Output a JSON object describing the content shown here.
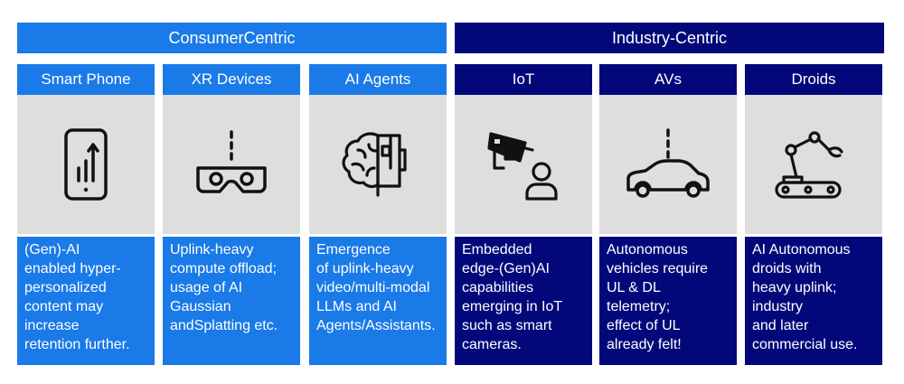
{
  "bands": {
    "consumer": "ConsumerCentric",
    "industry": "Industry-Centric"
  },
  "columns": [
    {
      "title": "Smart Phone",
      "icon": "smartphone-icon",
      "text": "(Gen)-AI\nenabled hyper-\npersonalized\ncontent may\nincrease\nretention further."
    },
    {
      "title": "XR Devices",
      "icon": "vr-headset-icon",
      "text": "Uplink-heavy\ncompute offload;\nusage of AI\nGaussian\nandSplatting etc."
    },
    {
      "title": "AI Agents",
      "icon": "ai-brain-icon",
      "text": "Emergence\nof uplink-heavy\nvideo/multi-modal\nLLMs and AI\nAgents/Assistants."
    },
    {
      "title": "IoT",
      "icon": "security-camera-icon",
      "text": "Embedded\nedge-(Gen)AI\ncapabilities\nemerging in IoT\nsuch as smart\ncameras."
    },
    {
      "title": "AVs",
      "icon": "car-icon",
      "text": "Autonomous\nvehicles require\nUL & DL\ntelemetry;\neffect of UL\nalready felt!"
    },
    {
      "title": "Droids",
      "icon": "robot-arm-icon",
      "text": "AI Autonomous\ndroids with\nheavy uplink;\nindustry\nand later\ncommercial use."
    }
  ],
  "colors": {
    "consumer": "#1a7ae8",
    "industry": "#02087a",
    "icon_bg": "#dedede"
  }
}
